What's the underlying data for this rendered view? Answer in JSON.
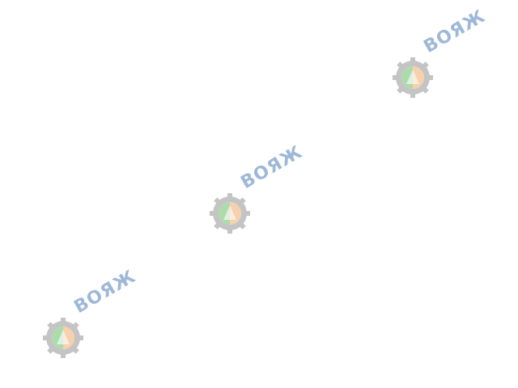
{
  "watermark": {
    "text": "ВОЯЖ",
    "icon": "gear-logo-icon",
    "colors": {
      "text": "#3f74b1",
      "gear": "#8a8a8a",
      "left_half": "#5cb85c",
      "right_half": "#f0a35e"
    }
  },
  "watermark_instances": [
    {
      "id": "top-right"
    },
    {
      "id": "center"
    },
    {
      "id": "bottom-left"
    }
  ]
}
